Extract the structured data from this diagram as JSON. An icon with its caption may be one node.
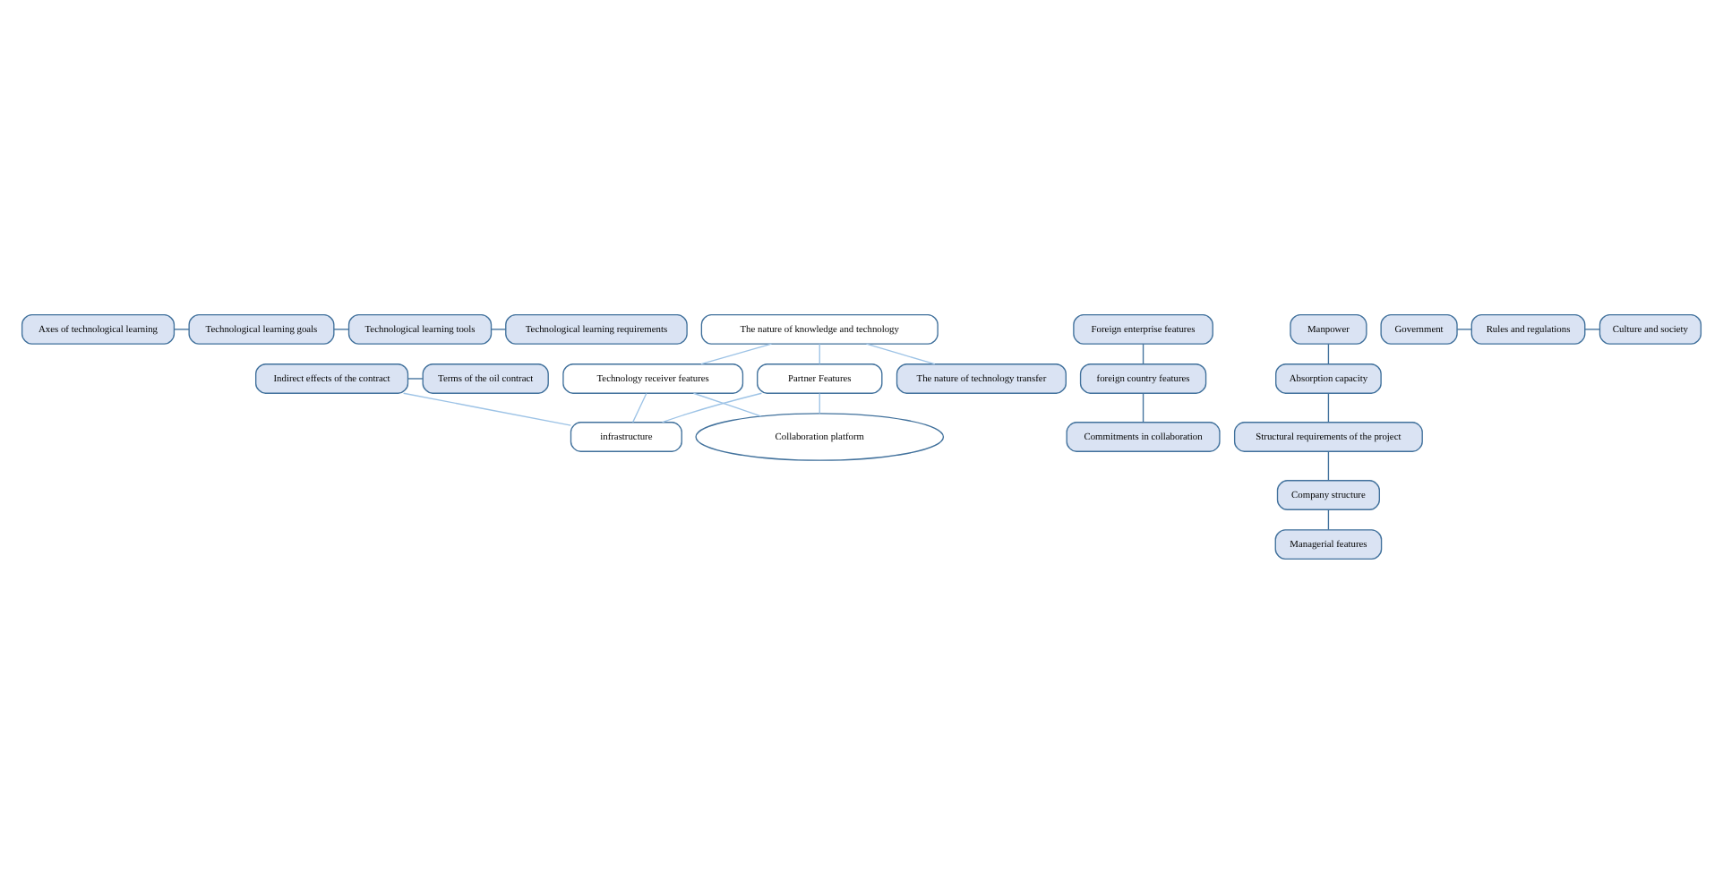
{
  "diagram": {
    "nodes": [
      {
        "text": [
          "Axes of technological learning"
        ]
      },
      {
        "text": [
          "Technological learning goals"
        ]
      },
      {
        "text": [
          "Technological learning tools"
        ]
      },
      {
        "text": [
          "Technological learning requirements"
        ]
      },
      {
        "text": [
          "The nature of knowledge and technology"
        ]
      },
      {
        "text": [
          "Partner Features"
        ]
      },
      {
        "text": [
          "Foreign enterprise features"
        ]
      },
      {
        "text": [
          "foreign country features"
        ]
      },
      {
        "text": [
          "Commitments in collaboration"
        ]
      },
      {
        "text": [
          "The nature of technology transfer"
        ]
      },
      {
        "text": [
          "Collaboration platform"
        ]
      },
      {
        "text": [
          "Technology receiver features"
        ]
      },
      {
        "text": [
          "Manpower"
        ]
      },
      {
        "text": [
          "Absorption capacity"
        ]
      },
      {
        "text": [
          "Structural requirements of the project"
        ]
      },
      {
        "text": [
          "Company structure"
        ]
      },
      {
        "text": [
          "Managerial features"
        ]
      },
      {
        "text": [
          "Indirect effects of the contract"
        ]
      },
      {
        "text": [
          "Terms of the oil contract"
        ]
      },
      {
        "text": [
          "Government"
        ]
      },
      {
        "text": [
          "Rules and regulations"
        ]
      },
      {
        "text": [
          "Culture and society"
        ]
      },
      {
        "text": [
          "infrastructure"
        ]
      }
    ],
    "edges": [
      {
        "from": 0,
        "to": 1,
        "arrow": "none"
      },
      {
        "from": 1,
        "to": 2,
        "arrow": "none"
      },
      {
        "from": 2,
        "to": 3,
        "arrow": "none"
      },
      {
        "from": 4,
        "to": 9,
        "arrow": "none",
        "color": "#9dc3e6"
      },
      {
        "from": 4,
        "to": 5,
        "arrow": "none",
        "color": "#9dc3e6"
      },
      {
        "from": 4,
        "to": 11,
        "arrow": "none",
        "color": "#9dc3e6"
      },
      {
        "from": 6,
        "to": 7,
        "arrow": "none"
      },
      {
        "from": 7,
        "to": 8,
        "arrow": "none"
      },
      {
        "from": 5,
        "to": 10,
        "arrow": "none",
        "color": "#9dc3e6"
      },
      {
        "from": 10,
        "to": 11,
        "arrow": "none",
        "color": "#9dc3e6"
      },
      {
        "from": 12,
        "to": 13,
        "arrow": "none"
      },
      {
        "from": 13,
        "to": 14,
        "arrow": "none"
      },
      {
        "from": 14,
        "to": 15,
        "arrow": "none"
      },
      {
        "from": 15,
        "to": 16,
        "arrow": "none"
      },
      {
        "from": 17,
        "to": 18,
        "arrow": "none"
      },
      {
        "from": 17,
        "to": 22,
        "arrow": "none",
        "color": "#9dc3e6"
      },
      {
        "from": 19,
        "to": 20,
        "arrow": "none"
      },
      {
        "from": 20,
        "to": 21,
        "arrow": "none"
      },
      {
        "from": 5,
        "to": 22,
        "arrow": "none",
        "color": "#9dc3e6"
      },
      {
        "from": 11,
        "to": 22,
        "arrow": "none",
        "color": "#9dc3e6"
      }
    ]
  }
}
